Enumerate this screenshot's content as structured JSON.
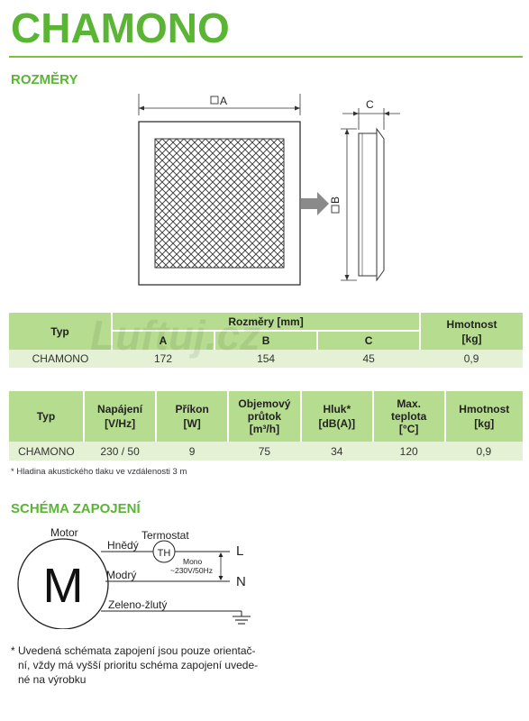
{
  "title": "CHAMONO",
  "sections": {
    "dimensions": "ROZMĚRY",
    "wiring": "SCHÉMA ZAPOJENÍ"
  },
  "drawing": {
    "label_a": "A",
    "label_b": "B",
    "label_c": "C"
  },
  "table1": {
    "col_type": "Typ",
    "group": "Rozměry [mm]",
    "col_a": "A",
    "col_b": "B",
    "col_c": "C",
    "col_weight": [
      "Hmotnost",
      "[kg]"
    ],
    "row": {
      "type": "CHAMONO",
      "a": "172",
      "b": "154",
      "c": "45",
      "weight": "0,9"
    }
  },
  "table2": {
    "headers": [
      [
        "Typ"
      ],
      [
        "Napájení",
        "[V/Hz]"
      ],
      [
        "Příkon",
        "[W]"
      ],
      [
        "Objemový",
        "průtok",
        "[m³/h]"
      ],
      [
        "Hluk*",
        "[dB(A)]"
      ],
      [
        "Max.",
        "teplota",
        "[°C]"
      ],
      [
        "Hmotnost",
        "[kg]"
      ]
    ],
    "row": [
      "CHAMONO",
      "230 / 50",
      "9",
      "75",
      "34",
      "120",
      "0,9"
    ]
  },
  "footnote": "* Hladina akustického tlaku ve vzdálenosti 3 m",
  "watermark": "Luftuj.cz",
  "wiring": {
    "motor": "Motor",
    "m": "M",
    "thermostat": "Termostat",
    "th": "TH",
    "brown": "Hnědý",
    "blue": "Modrý",
    "green_yellow": "Zeleno-žlutý",
    "mono": "Mono",
    "voltage": "~230V/50Hz",
    "l": "L",
    "n": "N"
  },
  "notice": [
    "* Uvedená schémata zapojení jsou pouze orientač-",
    "ní, vždy má vyšší prioritu schéma zapojení uvede-",
    "né na výrobku"
  ],
  "colors": {
    "brand_green": "#5bb534",
    "header_green": "#b6dd8f",
    "row_green": "#e4f1d4"
  }
}
